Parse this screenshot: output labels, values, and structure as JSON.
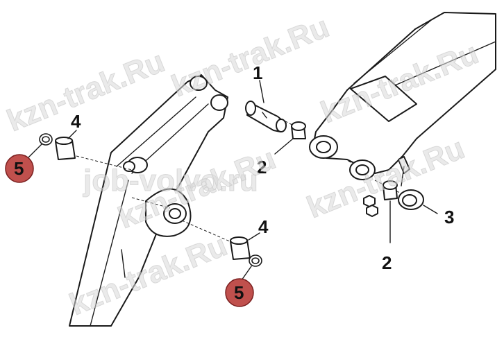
{
  "watermarks": [
    "kzn-trak.Ru",
    "kzn-trak.Ru",
    "job-volvo.ru",
    "kzn-trak.Ru",
    "kzn-trak.Ru",
    "kzn-trak.Ru",
    "kzn-trak.Ru"
  ],
  "callouts": {
    "pin": "1",
    "bushing_pin": "2",
    "bushing_link": "2",
    "spacer_ring": "3",
    "bushing_upper": "4",
    "bushing_lower": "4",
    "seal_upper": "5",
    "seal_lower": "5"
  },
  "colors": {
    "highlight_fill": "#c0504d",
    "highlight_stroke": "#7a1f1f",
    "seal_ring": "#e04040",
    "line": "#1a1a1a"
  }
}
